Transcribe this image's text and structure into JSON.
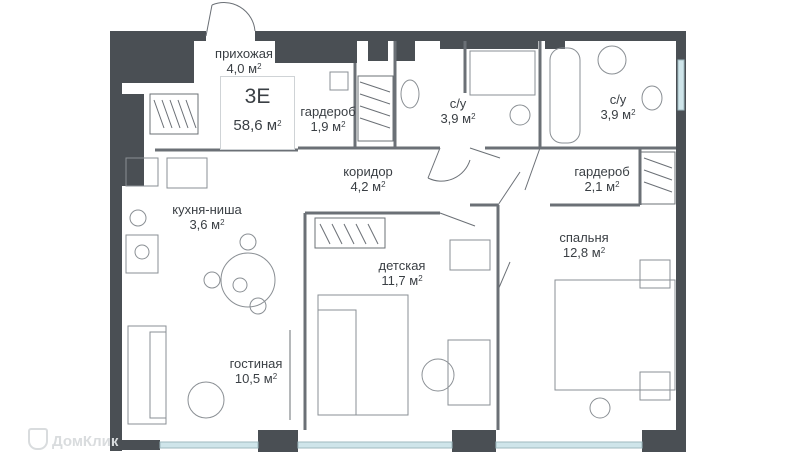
{
  "apartment": {
    "code": "3E",
    "total_area": "58,6 м",
    "unit_sup": "2"
  },
  "rooms": [
    {
      "id": "hallway",
      "name": "прихожая",
      "area": "4,0 м"
    },
    {
      "id": "wardrobe-1",
      "name": "гардероб",
      "area": "1,9 м"
    },
    {
      "id": "bathroom-1",
      "name": "с/у",
      "area": "3,9 м"
    },
    {
      "id": "bathroom-2",
      "name": "с/у",
      "area": "3,9 м"
    },
    {
      "id": "corridor",
      "name": "коридор",
      "area": "4,2 м"
    },
    {
      "id": "wardrobe-2",
      "name": "гардероб",
      "area": "2,1 м"
    },
    {
      "id": "kitchen-niche",
      "name": "кухня-ниша",
      "area": "3,6 м"
    },
    {
      "id": "children-room",
      "name": "детская",
      "area": "11,7 м"
    },
    {
      "id": "bedroom",
      "name": "спальня",
      "area": "12,8 м"
    },
    {
      "id": "living-room",
      "name": "гостиная",
      "area": "10,5 м"
    }
  ],
  "watermark": {
    "text": "ДомКлик"
  },
  "colors": {
    "wall": "#4a4f54",
    "line": "#6b7076",
    "window": "#cfe5ea",
    "furniture": "#8a8f94"
  }
}
